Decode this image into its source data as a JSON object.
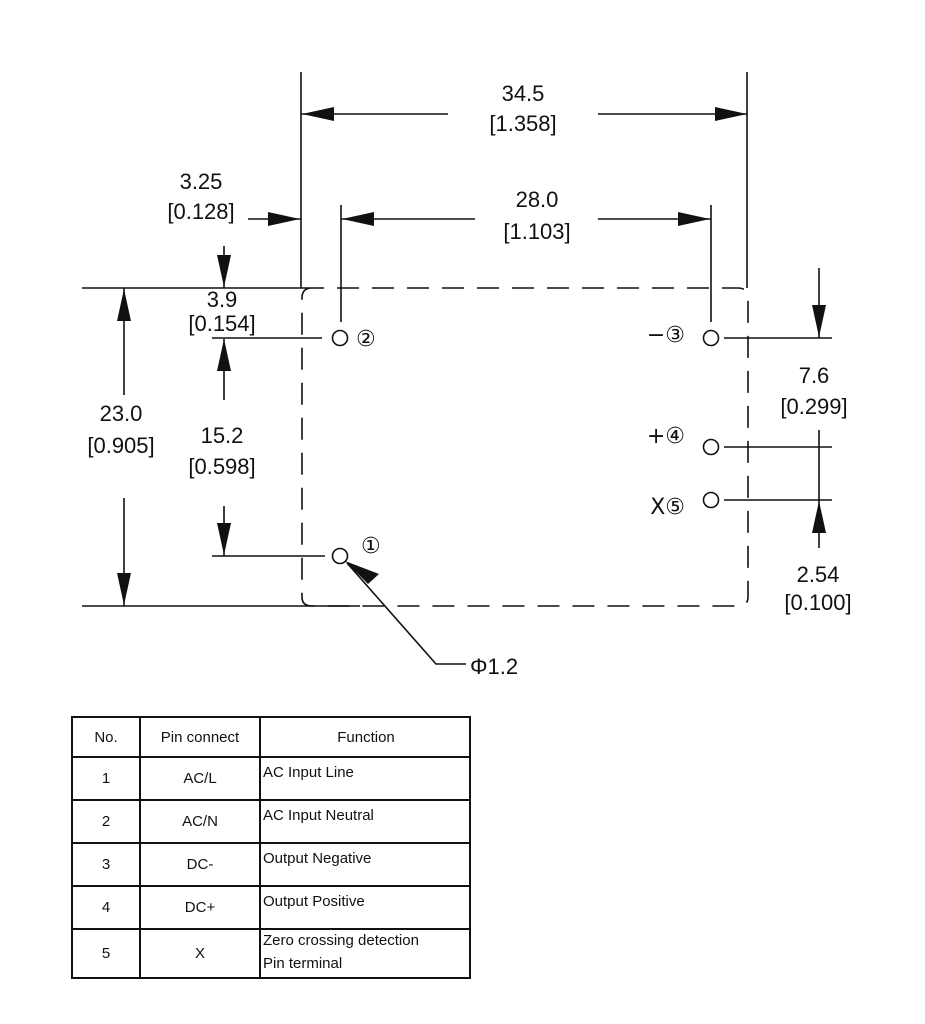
{
  "dimensions": {
    "overall_width": {
      "mm": "34.5",
      "inch": "[1.358]"
    },
    "pin_span": {
      "mm": "28.0",
      "inch": "[1.103]"
    },
    "left_offset": {
      "mm": "3.25",
      "inch": "[0.128]"
    },
    "top_offset": {
      "mm": "3.9",
      "inch": "[0.154]"
    },
    "height": {
      "mm": "23.0",
      "inch": "[0.905]"
    },
    "pin_vertical": {
      "mm": "15.2",
      "inch": "[0.598]"
    },
    "right_pin_gap": {
      "mm": "7.6",
      "inch": "[0.299]"
    },
    "pin_pitch": {
      "mm": "2.54",
      "inch": "[0.100]"
    },
    "hole_diameter": "Φ1.2"
  },
  "pins_on_drawing": {
    "p1": "①",
    "p2": "②",
    "p3": "−③",
    "p4": "+④",
    "p5": "X⑤"
  },
  "table": {
    "headers": [
      "No.",
      "Pin connect",
      "Function"
    ],
    "rows": [
      {
        "no": "1",
        "pin": "AC/L",
        "function": "AC Input Line"
      },
      {
        "no": "2",
        "pin": "AC/N",
        "function": "AC Input Neutral"
      },
      {
        "no": "3",
        "pin": "DC-",
        "function": "Output Negative"
      },
      {
        "no": "4",
        "pin": "DC+",
        "function": "Output Positive"
      },
      {
        "no": "5",
        "pin": "X",
        "function": "Zero crossing detection",
        "function_line2": "Pin terminal"
      }
    ]
  }
}
